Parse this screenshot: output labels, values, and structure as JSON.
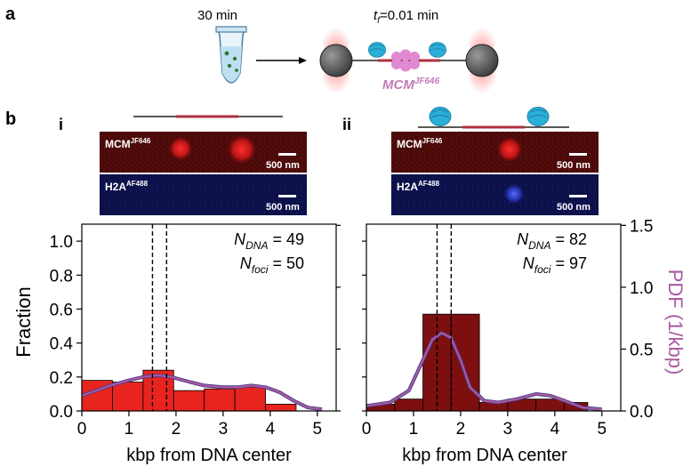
{
  "panel_a": {
    "label": "a",
    "time_label": "30 min",
    "tf_prefix": "t",
    "tf_sub": "f",
    "tf_value": "=0.01 min",
    "mcm_label": "MCM",
    "mcm_sup": "JF646"
  },
  "panel_b": {
    "label": "b",
    "colors": {
      "bar_i": "#e8241f",
      "bar_ii": "#7d0f10",
      "pdf": "#a95aa0",
      "dna_red": "#b03040"
    },
    "sub_i": {
      "label": "i",
      "mcm_label": "MCM",
      "mcm_sup": "JF646",
      "h2a_label": "H2A",
      "h2a_sup": "AF488",
      "scale": "500 nm"
    },
    "sub_ii": {
      "label": "ii",
      "mcm_label": "MCM",
      "mcm_sup": "JF646",
      "h2a_label": "H2A",
      "h2a_sup": "AF488",
      "scale": "500 nm"
    }
  },
  "chart_data": [
    {
      "type": "bar",
      "panel": "i",
      "xlabel": "kbp from DNA center",
      "ylabel": "Fraction",
      "xlim": [
        0,
        5.4
      ],
      "ylim": [
        0,
        1.1
      ],
      "xticks": [
        0,
        1,
        2,
        3,
        4,
        5
      ],
      "yticks": [
        "0.0",
        "0.2",
        "0.4",
        "0.6",
        "0.8",
        "1.0"
      ],
      "bin_edges": [
        0,
        0.65,
        1.3,
        1.95,
        2.6,
        3.25,
        3.9,
        4.55
      ],
      "values": [
        0.18,
        0.17,
        0.24,
        0.12,
        0.13,
        0.14,
        0.04
      ],
      "pdf_curve": {
        "x": [
          0,
          0.3,
          0.6,
          1.0,
          1.3,
          1.6,
          1.9,
          2.3,
          2.6,
          3.0,
          3.3,
          3.6,
          3.9,
          4.2,
          4.5,
          4.8,
          5.1
        ],
        "y": [
          0.09,
          0.12,
          0.15,
          0.18,
          0.2,
          0.21,
          0.2,
          0.17,
          0.15,
          0.14,
          0.14,
          0.15,
          0.14,
          0.11,
          0.06,
          0.02,
          0.01
        ]
      },
      "dashed_lines": [
        1.5,
        1.8
      ],
      "n_dna_value": "49",
      "n_foci_value": "50"
    },
    {
      "type": "bar",
      "panel": "ii",
      "xlabel": "kbp from DNA center",
      "ylabel2": "PDF (1/kbp)",
      "xlim": [
        0,
        5.4
      ],
      "ylim": [
        0,
        1.1
      ],
      "y2ticks": [
        "0.0",
        "0.5",
        "1.0",
        "1.5"
      ],
      "xticks": [
        0,
        1,
        2,
        3,
        4,
        5
      ],
      "bin_edges": [
        0,
        0.6,
        1.2,
        1.8,
        2.4,
        3.0,
        3.6,
        4.2,
        4.7
      ],
      "values": [
        0.04,
        0.07,
        0.57,
        0.57,
        0.05,
        0.07,
        0.07,
        0.05
      ],
      "pdf_curve": {
        "x": [
          0,
          0.5,
          0.9,
          1.2,
          1.4,
          1.6,
          1.8,
          2.0,
          2.2,
          2.5,
          2.8,
          3.2,
          3.6,
          3.9,
          4.2,
          4.6,
          5.0
        ],
        "y": [
          0.03,
          0.05,
          0.12,
          0.3,
          0.42,
          0.46,
          0.43,
          0.3,
          0.14,
          0.06,
          0.05,
          0.07,
          0.1,
          0.09,
          0.06,
          0.02,
          0.01
        ]
      },
      "dashed_lines": [
        1.5,
        1.8
      ],
      "n_dna_value": "82",
      "n_foci_value": "97"
    }
  ],
  "stats_labels": {
    "n": "N",
    "dna_sub": "DNA",
    "foci_sub": "foci",
    "eq": " = "
  }
}
